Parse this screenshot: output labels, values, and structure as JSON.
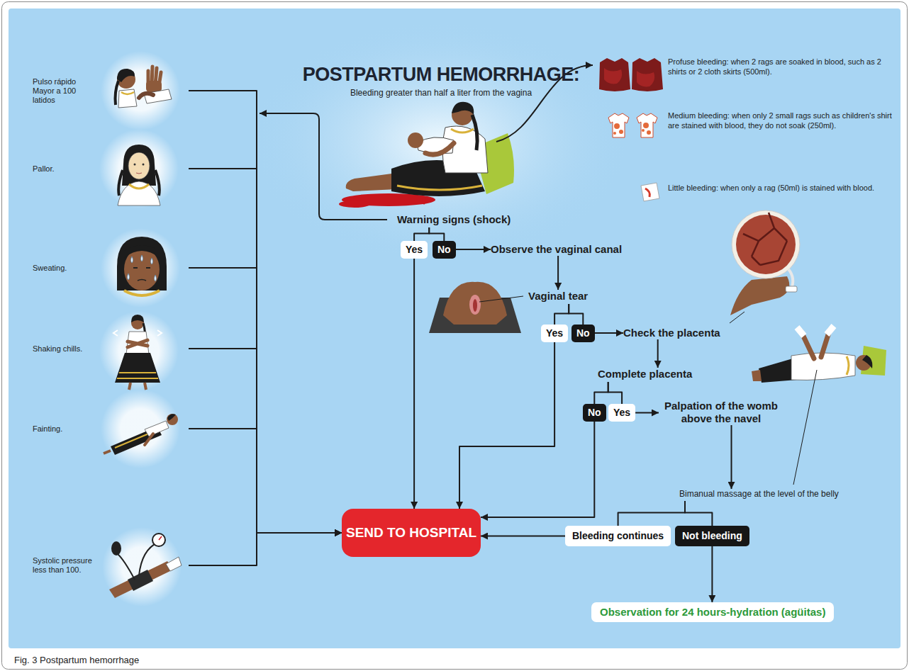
{
  "diagram": {
    "title": "POSTPARTUM HEMORRHAGE:",
    "caption": "Fig. 3 Postpartum hemorrhage",
    "nodes": [
      {
        "text": [
          "Pulso rápido Mayor a 100 latidos"
        ]
      },
      {
        "text": [
          "Pallor."
        ]
      },
      {
        "text": [
          "Sweating."
        ]
      },
      {
        "text": [
          "Shaking chills."
        ]
      },
      {
        "text": [
          "Fainting."
        ]
      },
      {
        "text": [
          "Systolic pressure less than 100."
        ]
      },
      {
        "text": [
          "Warning signs (shock)"
        ]
      },
      {
        "text": [
          "Yes"
        ]
      },
      {
        "text": [
          "No"
        ]
      },
      {
        "text": [
          "Observe the vaginal canal"
        ]
      },
      {
        "text": [
          "Vaginal tear"
        ]
      },
      {
        "text": [
          "Yes"
        ]
      },
      {
        "text": [
          "No"
        ]
      },
      {
        "text": [
          "Check the placenta"
        ]
      },
      {
        "text": [
          "Complete placenta"
        ]
      },
      {
        "text": [
          "No"
        ]
      },
      {
        "text": [
          "Yes"
        ]
      },
      {
        "text": [
          "Palpation of the womb above the navel"
        ]
      },
      {
        "text": [
          "Bimanual massage at the level of the belly"
        ]
      },
      {
        "text": [
          "Bleeding continues"
        ]
      },
      {
        "text": [
          "Not bleeding"
        ]
      },
      {
        "text": [
          "Observation for 24 hours-hydration (agüitas)"
        ]
      },
      {
        "text": [
          "SEND TO HOSPITAL"
        ]
      }
    ],
    "edges": [
      {
        "from": 0,
        "to": 22,
        "arrow": "to"
      },
      {
        "from": 1,
        "to": 22,
        "arrow": "to"
      },
      {
        "from": 2,
        "to": 22,
        "arrow": "to"
      },
      {
        "from": 3,
        "to": 22,
        "arrow": "to"
      },
      {
        "from": 4,
        "to": 22,
        "arrow": "to"
      },
      {
        "from": 5,
        "to": 22,
        "arrow": "to"
      },
      {
        "from": 6,
        "to": 7,
        "arrow": "none"
      },
      {
        "from": 6,
        "to": 8,
        "arrow": "none"
      },
      {
        "from": 7,
        "to": 22,
        "arrow": "to"
      },
      {
        "from": 8,
        "to": 9,
        "arrow": "to"
      },
      {
        "from": 9,
        "to": 10,
        "arrow": "to"
      },
      {
        "from": 10,
        "to": 11,
        "arrow": "none"
      },
      {
        "from": 10,
        "to": 12,
        "arrow": "none"
      },
      {
        "from": 11,
        "to": 22,
        "arrow": "to"
      },
      {
        "from": 12,
        "to": 13,
        "arrow": "to"
      },
      {
        "from": 13,
        "to": 14,
        "arrow": "to"
      },
      {
        "from": 14,
        "to": 15,
        "arrow": "none"
      },
      {
        "from": 14,
        "to": 16,
        "arrow": "none"
      },
      {
        "from": 15,
        "to": 22,
        "arrow": "to"
      },
      {
        "from": 16,
        "to": 17,
        "arrow": "to"
      },
      {
        "from": 17,
        "to": 18,
        "arrow": "to"
      },
      {
        "from": 18,
        "to": 19,
        "arrow": "none"
      },
      {
        "from": 18,
        "to": 20,
        "arrow": "none"
      },
      {
        "from": 19,
        "to": 22,
        "arrow": "to"
      },
      {
        "from": 20,
        "to": 21,
        "arrow": "to"
      }
    ],
    "labels": [
      "Bleeding greater than half a liter from the vagina",
      "Profuse bleeding: when 2 rags are soaked in blood, such as 2 shirts or 2 cloth skirts (500ml).",
      "Medium bleeding: when only 2 small rags such as children's shirt are stained with blood, they do not soak (250ml).",
      "Little bleeding: when only a rag (50ml) is stained with blood."
    ]
  }
}
